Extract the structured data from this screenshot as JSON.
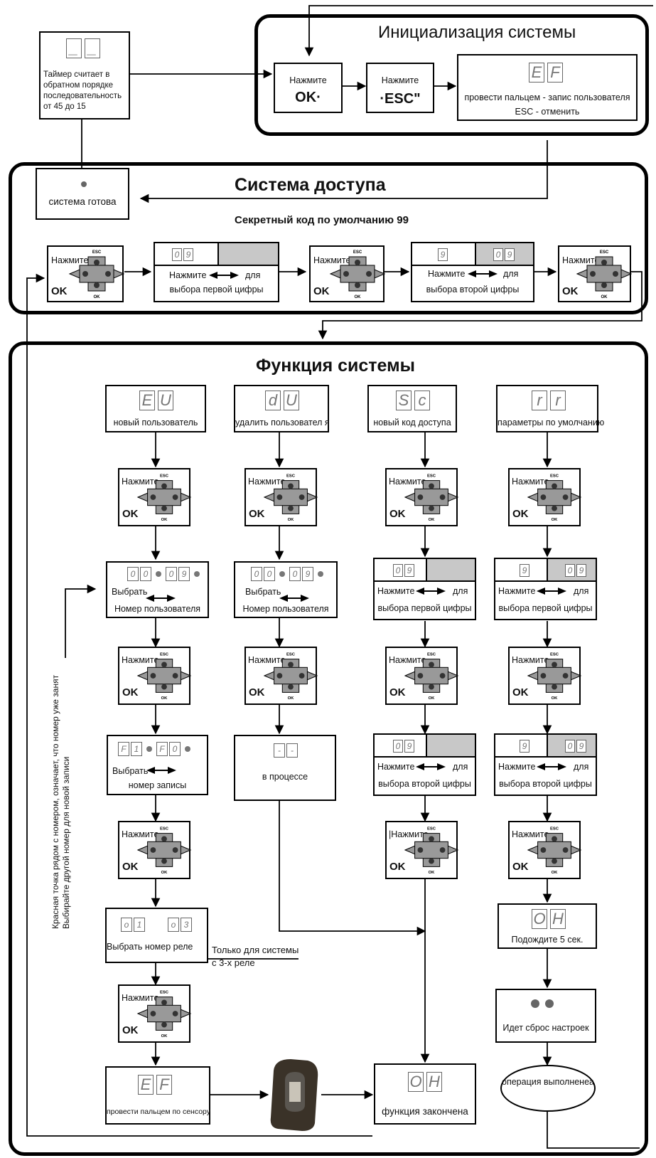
{
  "sections": {
    "init": "Инициализация системы",
    "access": "Система доступа",
    "functions": "Функция системы"
  },
  "timer": {
    "digits": [
      "_",
      "_"
    ],
    "text": "Таймер считает в обратном порядке последовательность от 45 до 15"
  },
  "init_flow": {
    "press": "Нажмите",
    "ok_key": "OK·",
    "esc_key": "·ESC\"",
    "ef_digits": [
      "E",
      "F"
    ],
    "ef_text_1": "провести пальцем - запис пользователя",
    "ef_text_2": "ESC - отменить"
  },
  "access": {
    "ready": "система готова",
    "secret": "Секретный код по умолчанию  99",
    "press": "Нажмите",
    "ok": "OK",
    "key_esc": "ESC",
    "key_ok": "OK",
    "code_digits": [
      "0",
      "9"
    ],
    "press_arrows": "Нажмите",
    "for": "для",
    "first_digit": "выбора первой цифры",
    "second_digit": "выбора второй цифры",
    "single_digit": "9"
  },
  "columns": {
    "eu": {
      "digits": [
        "E",
        "U"
      ],
      "label": "новый пользователь"
    },
    "du": {
      "digits": [
        "d",
        "U"
      ],
      "label": "удалить пользовател я"
    },
    "sc": {
      "digits": [
        "S",
        "c"
      ],
      "label": "новый код доступа"
    },
    "rr": {
      "digits": [
        "r",
        "r"
      ],
      "label": "параметры по умолчанию"
    }
  },
  "steps": {
    "choose": "Выбрать",
    "user_number": "Номер пользователя",
    "user_digits_a": [
      "0",
      "0"
    ],
    "user_digits_b": [
      "0",
      "9"
    ],
    "record_number": "номер записы",
    "record_digits_a": [
      "F",
      "1"
    ],
    "record_digits_b": [
      "F",
      "0"
    ],
    "relay_label": "Выбрать номер реле",
    "relay_digits_a": [
      "o",
      "1"
    ],
    "relay_digits_b": [
      "o",
      "3"
    ],
    "relay_note_1": "Только для системы",
    "relay_note_2": "с 3-х реле",
    "in_progress_digits": [
      "-",
      "-"
    ],
    "in_progress": "в процессе",
    "finger_sensor": "провести пальцем по сенсору",
    "done_digits": [
      "O",
      "H"
    ],
    "done": "функция закончена",
    "wait": "Подождите 5 сек.",
    "resetting": "Идет сброс настроек",
    "completed": "операция выполненеа",
    "press_bar": "|Нажмите"
  },
  "side_note_1": "Красная точка рядом с номером, означает, что номер уже занят",
  "side_note_2": "Выбирайте другой номер для новой записи",
  "colors": {
    "line": "#000000",
    "gray_fill": "#c8c8c8",
    "digit": "#777777"
  }
}
